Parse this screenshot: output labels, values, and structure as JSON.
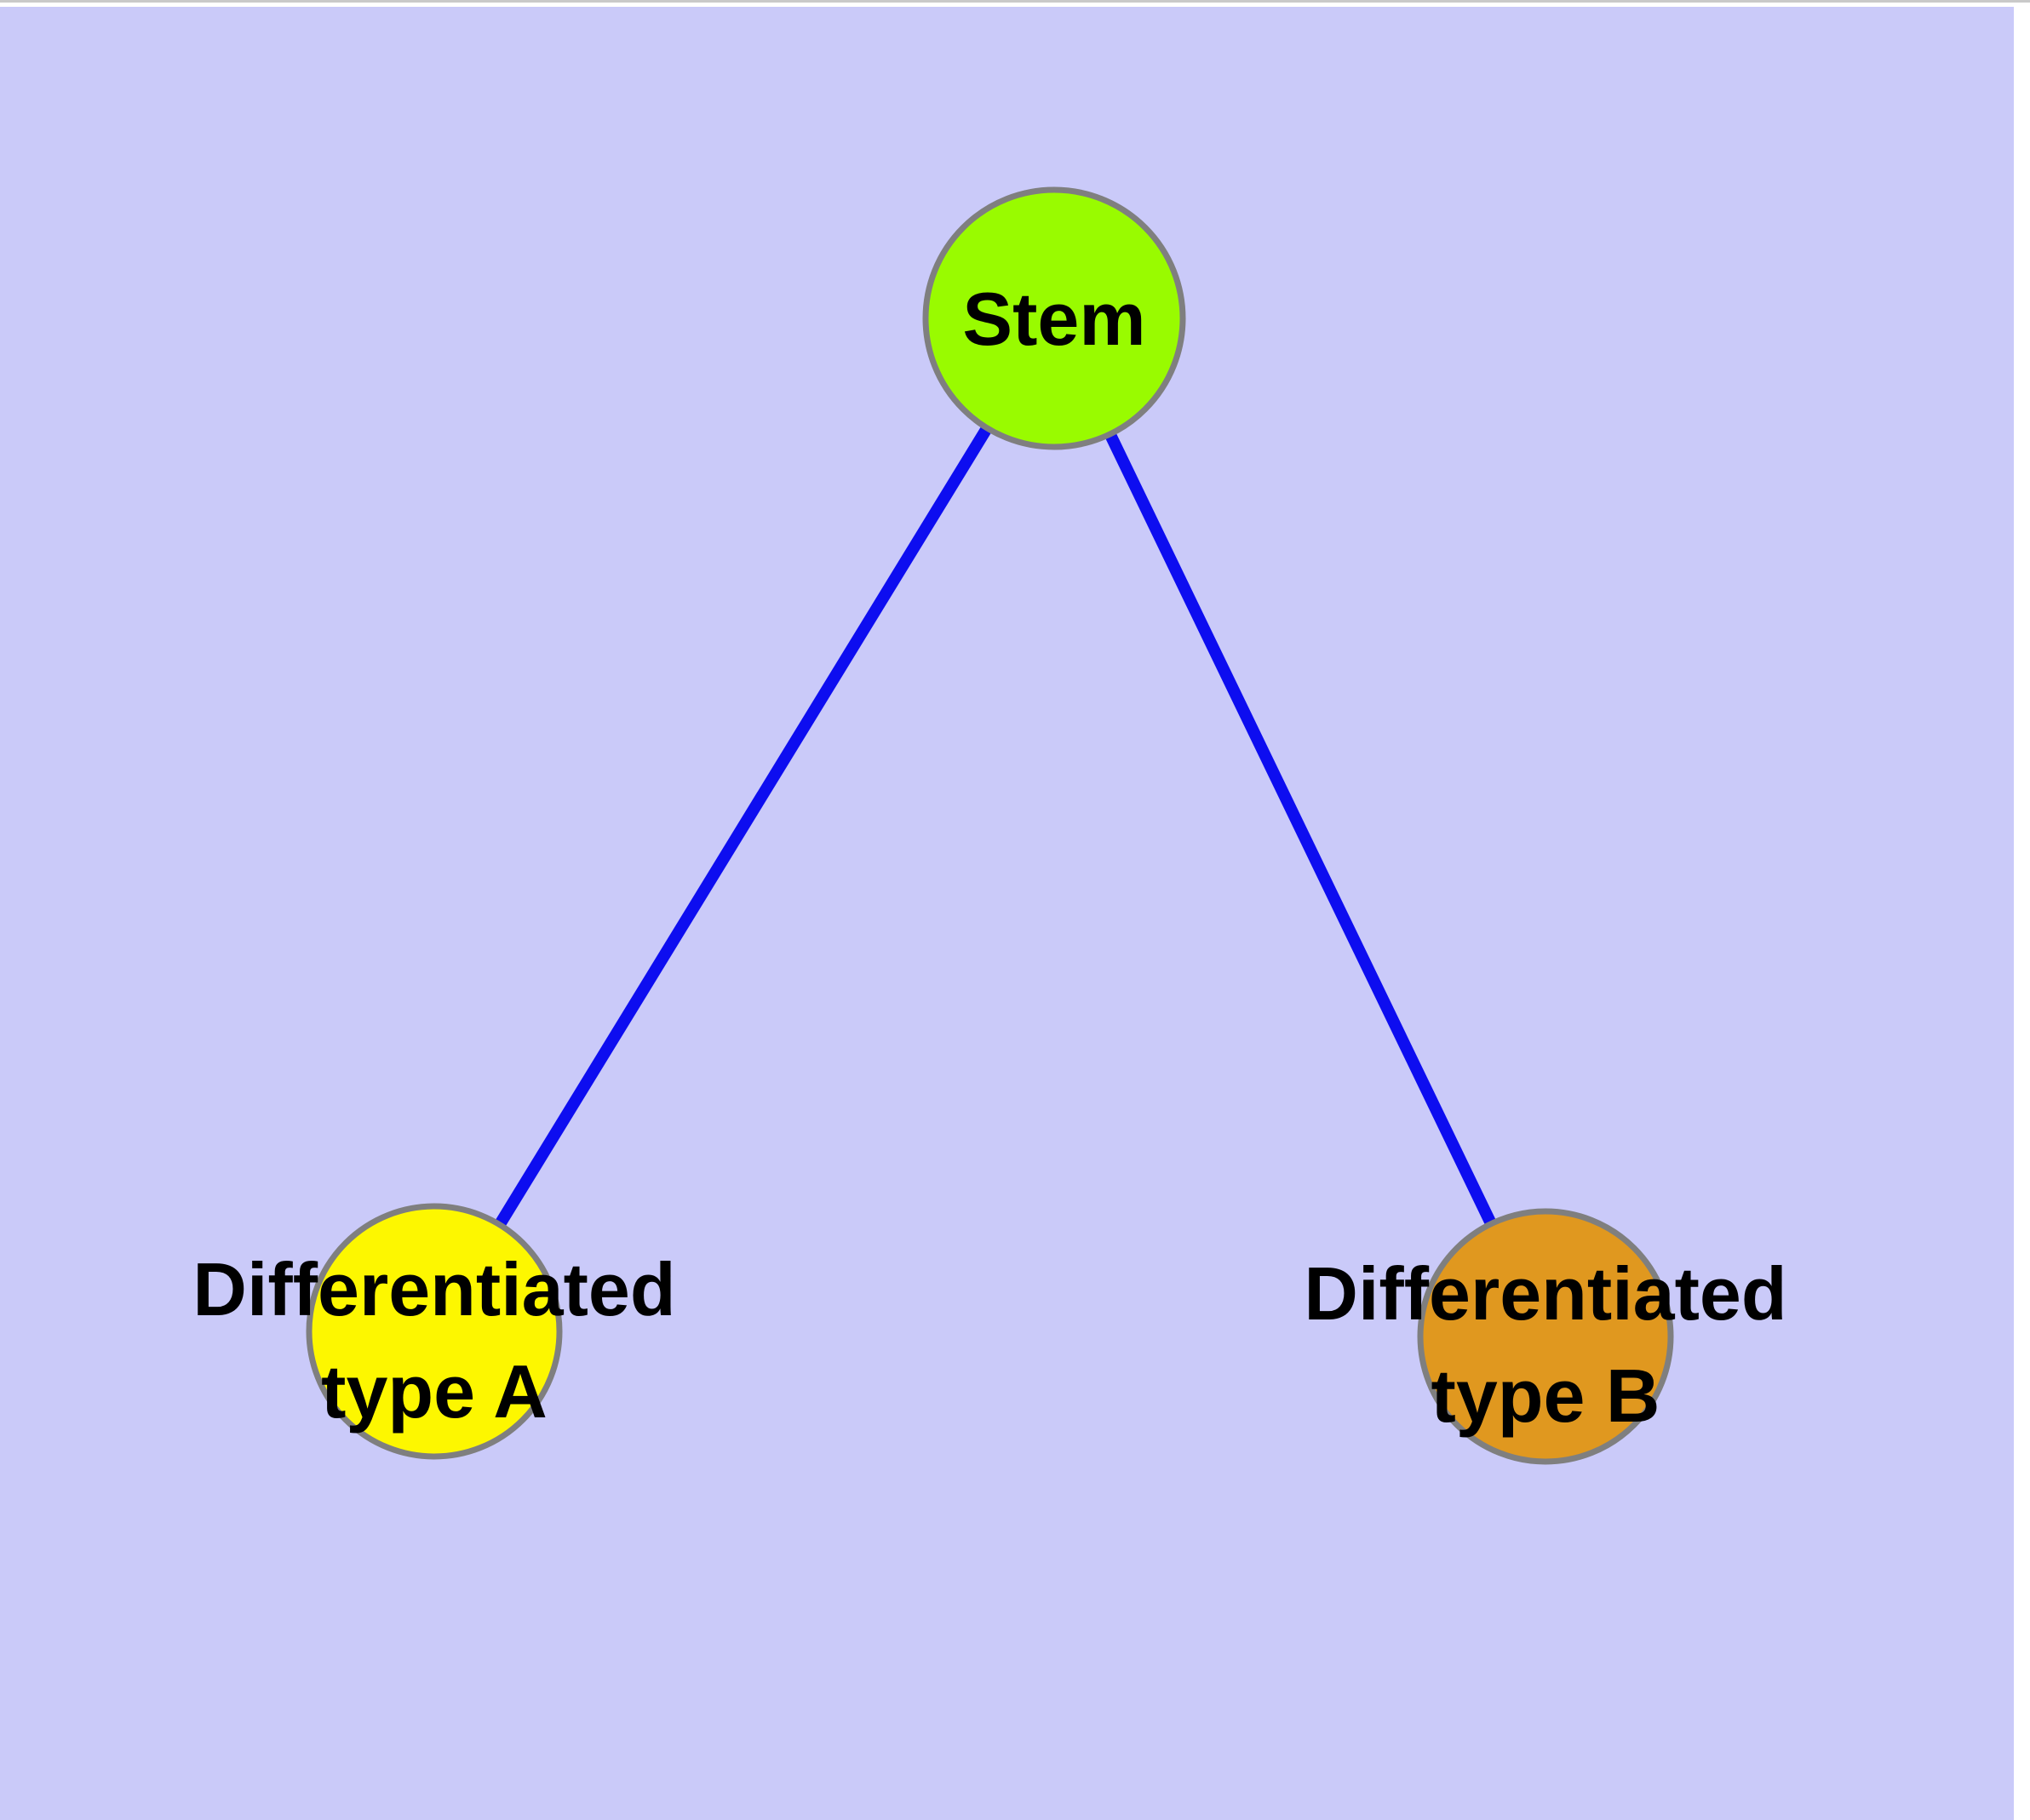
{
  "app": {
    "chrome_background": "#ffffff",
    "top_border_color": "#c9c9c9",
    "canvas_background": "#cacaf9"
  },
  "graph": {
    "node_border_color": "#7f7f7f",
    "edge_color": "#0d0df0",
    "nodes": {
      "stem": {
        "label": "Stem",
        "fill": "#99fb00"
      },
      "type_a": {
        "label_line1": "Differentiated",
        "label_line2": "type A",
        "fill": "#fdf700"
      },
      "type_b": {
        "label_line1": "Differentiated",
        "label_line2": "type B",
        "fill": "#e0981f"
      }
    },
    "edges": [
      {
        "from": "stem",
        "to": "type_a"
      },
      {
        "from": "stem",
        "to": "type_b"
      }
    ]
  }
}
